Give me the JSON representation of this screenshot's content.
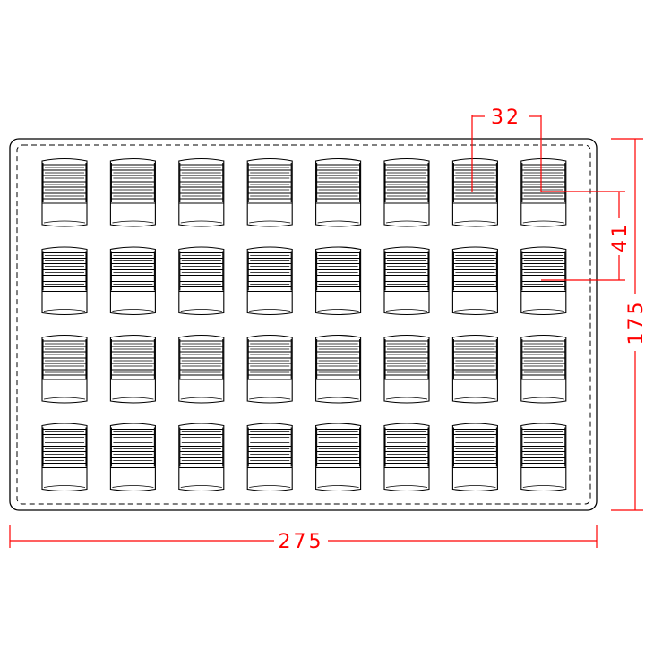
{
  "drawing": {
    "dimensions": {
      "overall_width": "275",
      "overall_height": "175",
      "cavity_width": "32",
      "cavity_pitch": "41"
    },
    "grid": {
      "rows": 4,
      "columns": 8
    },
    "colors": {
      "outline": "#000000",
      "dimension": "#ff0000",
      "background": "#ffffff"
    }
  }
}
